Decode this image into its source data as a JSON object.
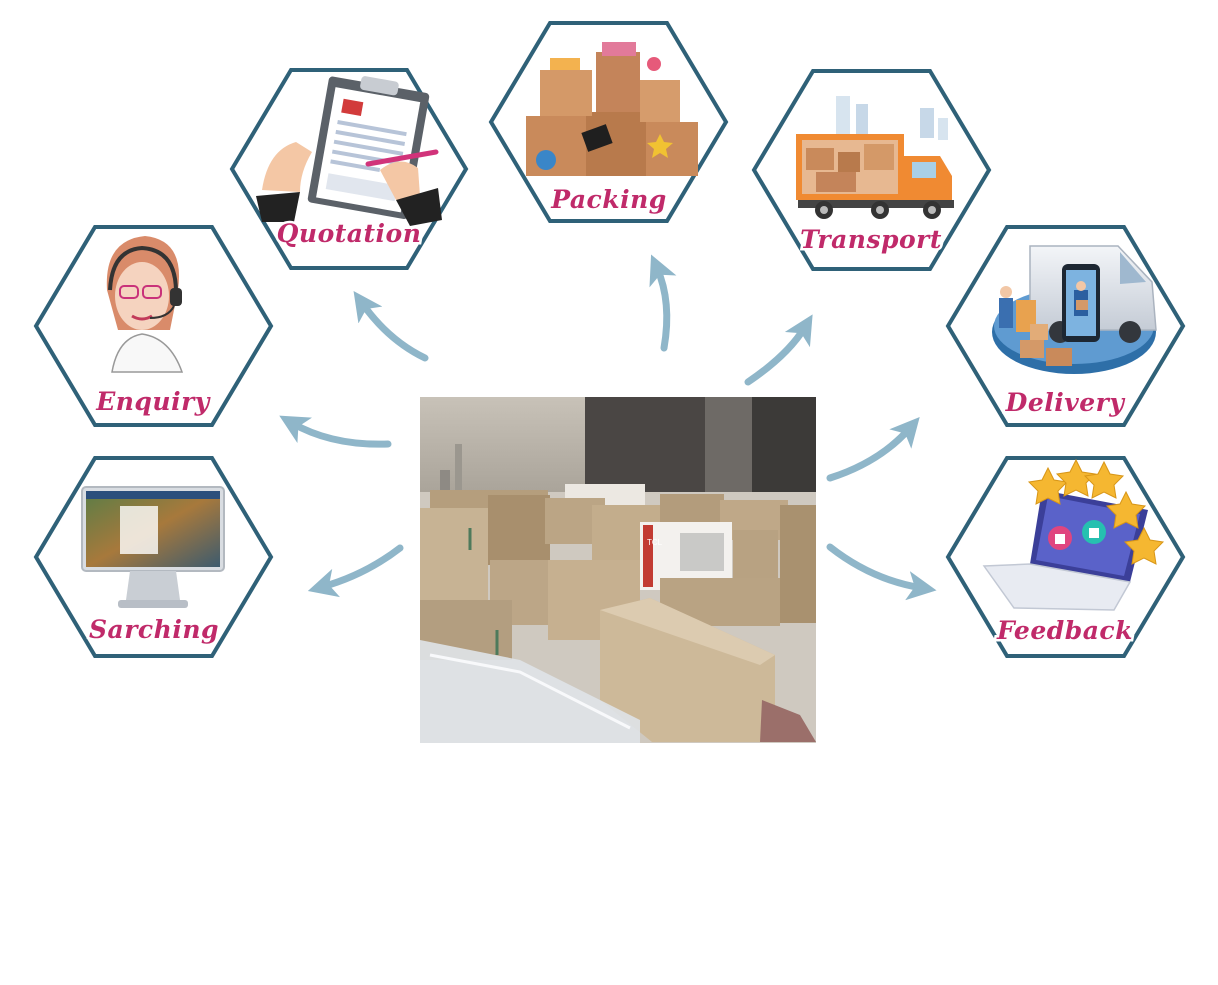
{
  "steps": [
    {
      "id": "sarching",
      "label": "Sarching",
      "icon": "computer-monitor-icon"
    },
    {
      "id": "enquiry",
      "label": "Enquiry",
      "icon": "customer-support-headset-icon"
    },
    {
      "id": "quotation",
      "label": "Quotation",
      "icon": "clipboard-form-icon"
    },
    {
      "id": "packing",
      "label": "Packing",
      "icon": "stacked-boxes-icon"
    },
    {
      "id": "transport",
      "label": "Transport",
      "icon": "moving-truck-icon"
    },
    {
      "id": "delivery",
      "label": "Delivery",
      "icon": "delivery-van-icon"
    },
    {
      "id": "feedback",
      "label": "Feedback",
      "icon": "laptop-rating-stars-icon"
    }
  ],
  "center_photo": {
    "box_print": "TCL"
  },
  "colors": {
    "hex_border": "#2f6178",
    "label": "#c02a6a",
    "arrow": "#8fb6c9"
  }
}
